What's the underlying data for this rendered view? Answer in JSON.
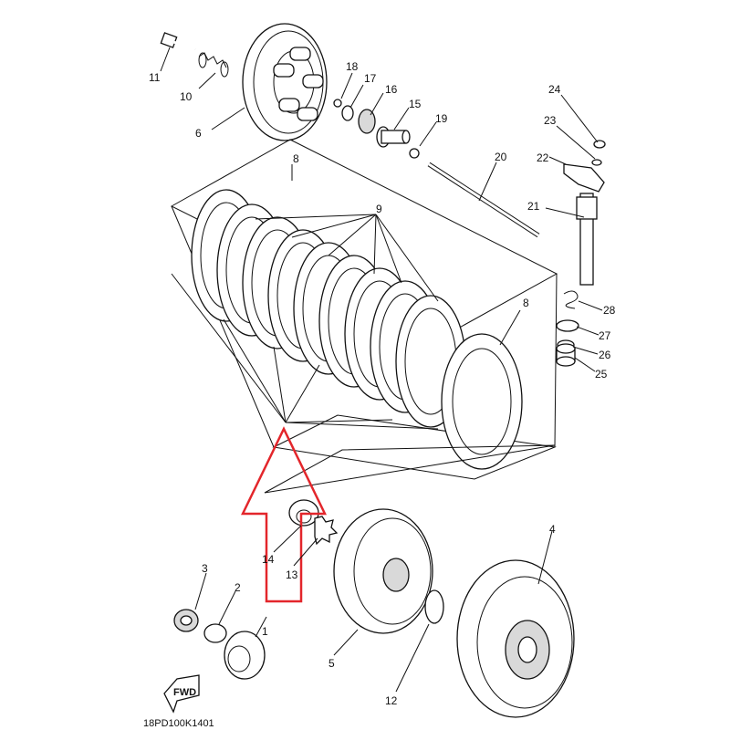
{
  "diagram": {
    "code": "18PD100K1401",
    "fwd_label": "FWD",
    "arrow_color": "#e3262b",
    "callouts": [
      {
        "id": "c1",
        "text": "1"
      },
      {
        "id": "c2",
        "text": "2"
      },
      {
        "id": "c3",
        "text": "3"
      },
      {
        "id": "c4",
        "text": "4"
      },
      {
        "id": "c5",
        "text": "5"
      },
      {
        "id": "c6",
        "text": "6"
      },
      {
        "id": "c8a",
        "text": "8"
      },
      {
        "id": "c8b",
        "text": "8"
      },
      {
        "id": "c9",
        "text": "9"
      },
      {
        "id": "c10",
        "text": "10"
      },
      {
        "id": "c11",
        "text": "11"
      },
      {
        "id": "c12",
        "text": "12"
      },
      {
        "id": "c13",
        "text": "13"
      },
      {
        "id": "c14",
        "text": "14"
      },
      {
        "id": "c15",
        "text": "15"
      },
      {
        "id": "c16",
        "text": "16"
      },
      {
        "id": "c17",
        "text": "17"
      },
      {
        "id": "c18",
        "text": "18"
      },
      {
        "id": "c19",
        "text": "19"
      },
      {
        "id": "c20",
        "text": "20"
      },
      {
        "id": "c21",
        "text": "21"
      },
      {
        "id": "c22",
        "text": "22"
      },
      {
        "id": "c23",
        "text": "23"
      },
      {
        "id": "c24",
        "text": "24"
      },
      {
        "id": "c25",
        "text": "25"
      },
      {
        "id": "c26",
        "text": "26"
      },
      {
        "id": "c27",
        "text": "27"
      },
      {
        "id": "c28",
        "text": "28"
      }
    ]
  }
}
